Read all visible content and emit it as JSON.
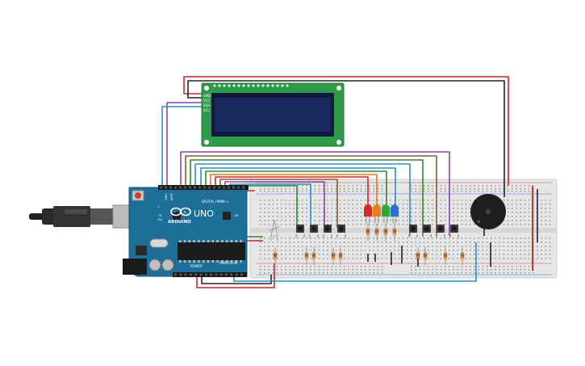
{
  "board": {
    "logo": "ARDUINO",
    "model": "UNO",
    "digital_header": "DIGITAL (PWM~)",
    "power_header": "POWER",
    "analog_header": "ANALOG IN",
    "tx_label": "TX",
    "rx_label": "RX",
    "l_label": "L",
    "on_label": "ON",
    "aref_label": "AREF",
    "gnd_label": "GND"
  },
  "lcd": {
    "pin_gnd": "GND",
    "pin_vcc": "VCC",
    "pin_sda": "SDA",
    "pin_scl": "SCL"
  },
  "colors": {
    "board": "#1d6f9a",
    "breadboard": "#e6e6e6",
    "lcd_pcb": "#2e9b4a",
    "lcd_screen": "#1b2a5e",
    "wire_red": "#c62828",
    "wire_black": "#222222",
    "wire_green": "#2e8b2e",
    "wire_blue": "#2a8fc9",
    "wire_purple": "#8e44ad",
    "wire_orange": "#e07b1a",
    "wire_brown": "#8b5a2b",
    "wire_yellow": "#d4b000",
    "led_red": "#d42a2a",
    "led_orange": "#e8801c",
    "led_green": "#2faa3a",
    "led_blue": "#2a6fd4"
  },
  "components": {
    "button_count": 8,
    "led_count": 4,
    "resistor_count": 12,
    "buzzer": "piezo-buzzer"
  }
}
